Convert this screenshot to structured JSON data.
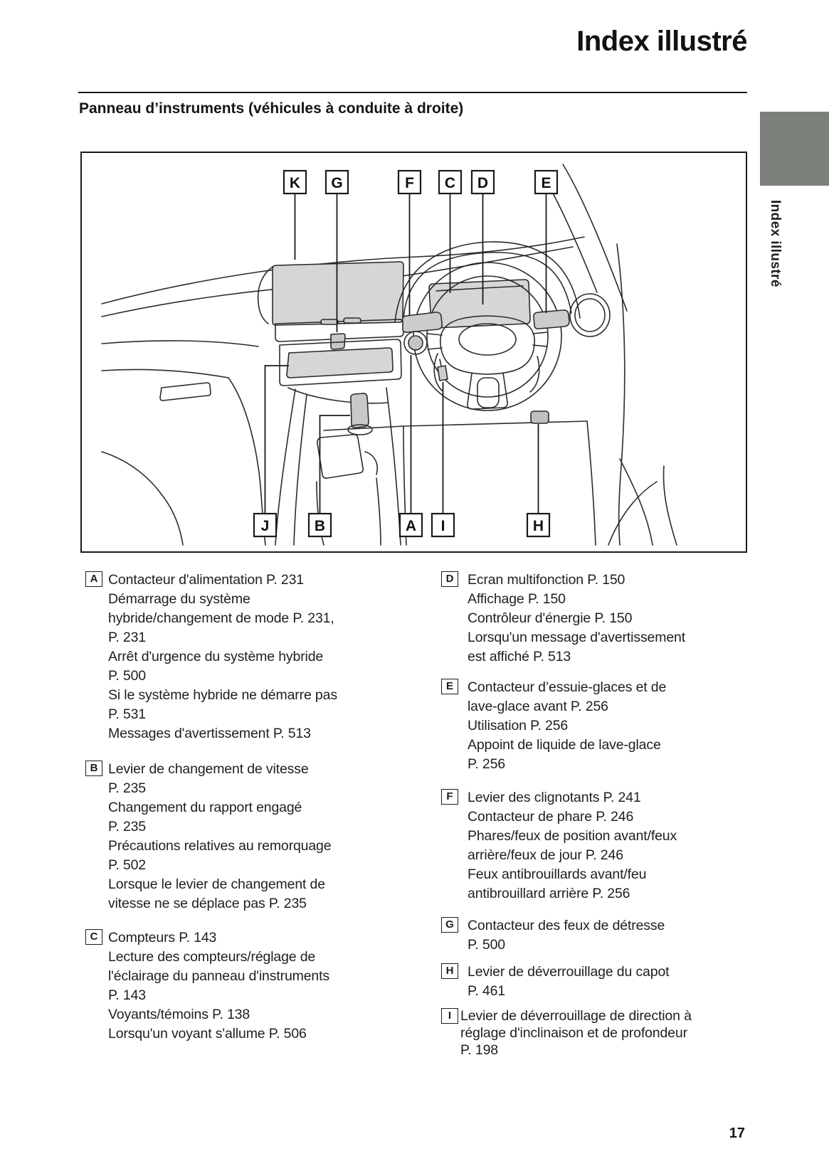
{
  "page": {
    "title": "Index illustré",
    "heading": "Panneau d’instruments (véhicules à conduite à droite)",
    "side_tab": "Index illustré",
    "page_number": "17"
  },
  "colors": {
    "chapter_tab_gray": "#7c807a",
    "ink": "#1a1a1a",
    "diagram_fill_gray": "#d6d6d6"
  },
  "diagram": {
    "callouts_top": [
      "K",
      "G",
      "F",
      "C",
      "D",
      "E"
    ],
    "callouts_bottom": [
      "J",
      "B",
      "A",
      "I",
      "H"
    ]
  },
  "entries": {
    "left": [
      {
        "letter": "A",
        "lines": [
          "Contacteur d'alimentation P. 231",
          "Démarrage du système",
          "hybride/changement de mode P. 231,",
          "P. 231",
          "Arrêt d'urgence du système hybride",
          "P. 500",
          "Si le système hybride ne démarre pas",
          "P. 531",
          "Messages d'avertissement P. 513"
        ]
      },
      {
        "letter": "B",
        "lines": [
          "Levier de changement de vitesse",
          "P. 235",
          "Changement du rapport engagé",
          "P. 235",
          "Précautions relatives au remorquage",
          "P. 502",
          "Lorsque le levier de changement de",
          "vitesse ne se déplace pas P. 235"
        ]
      },
      {
        "letter": "C",
        "lines": [
          "Compteurs P. 143",
          "Lecture des compteurs/réglage de",
          "l'éclairage du panneau d'instruments",
          "P. 143",
          "Voyants/témoins P. 138",
          "Lorsqu'un voyant s'allume P. 506"
        ]
      }
    ],
    "right": [
      {
        "letter": "D",
        "lines": [
          "Ecran multifonction P. 150",
          "Affichage P. 150",
          "Contrôleur d'énergie P. 150",
          "Lorsqu'un message d'avertissement",
          "est affiché P. 513"
        ]
      },
      {
        "letter": "E",
        "lines": [
          "Contacteur d’essuie-glaces et de",
          "lave-glace avant P. 256",
          "Utilisation P. 256",
          "Appoint de liquide de lave-glace",
          "P. 256"
        ]
      },
      {
        "letter": "F",
        "lines": [
          "Levier des clignotants P. 241",
          "Contacteur de phare P. 246",
          "Phares/feux de position avant/feux",
          "arrière/feux de jour P. 246",
          "Feux antibrouillards avant/feu",
          "antibrouillard arrière P. 256"
        ]
      },
      {
        "letter": "G",
        "lines": [
          "Contacteur des feux de détresse",
          "P. 500"
        ]
      },
      {
        "letter": "H",
        "lines": [
          "Levier de déverrouillage du capot",
          "P. 461"
        ]
      },
      {
        "letter": "I",
        "lines": [
          "Levier de déverrouillage de direction à",
          "réglage d'inclinaison et de profondeur",
          "P. 198"
        ]
      }
    ]
  }
}
